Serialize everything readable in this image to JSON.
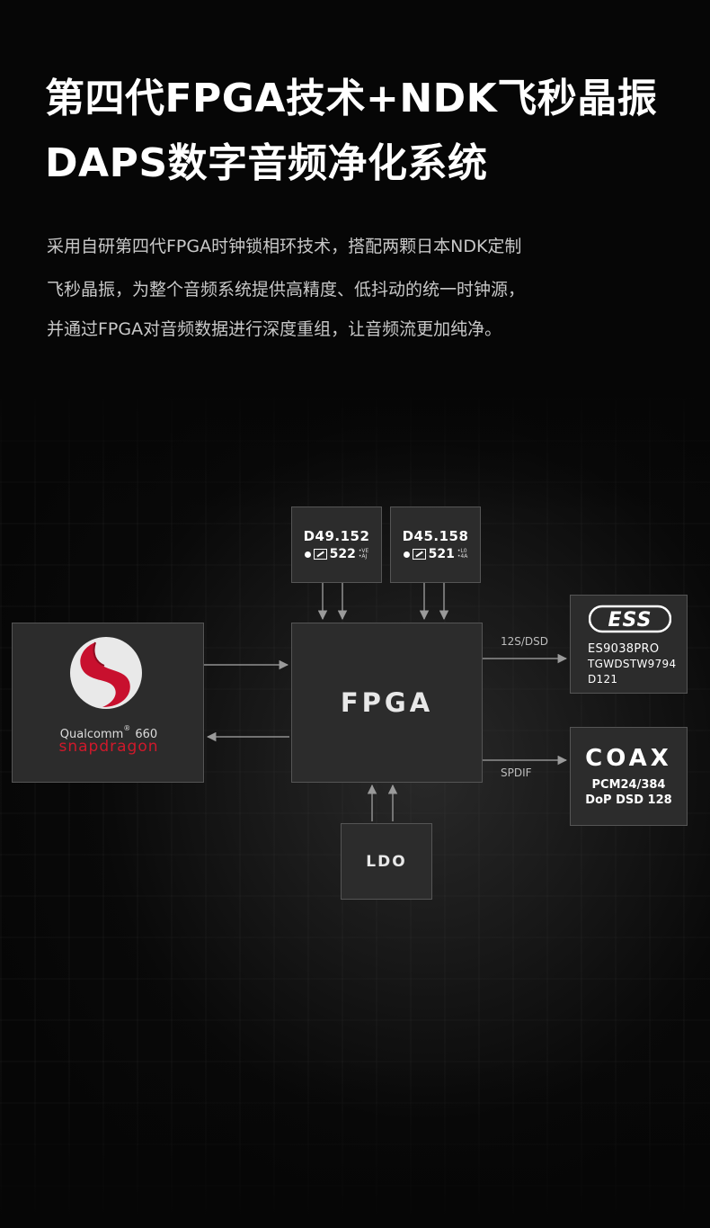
{
  "title": {
    "line1": "第四代FPGA技术+NDK飞秒晶振",
    "line2": "DAPS数字音频净化系统"
  },
  "description": {
    "line1": "采用自研第四代FPGA时钟锁相环技术，搭配两颗日本NDK定制",
    "line2": "飞秒晶振，为整个音频系统提供高精度、低抖动的统一时钟源，",
    "line3": "并通过FPGA对音频数据进行深度重组，让音频流更加纯净。"
  },
  "diagram": {
    "crystal_1": {
      "freq": "D49.152",
      "mark": "522",
      "sub1": "•VE",
      "sub2": "•AJ"
    },
    "crystal_2": {
      "freq": "D45.158",
      "mark": "521",
      "sub1": "•L0",
      "sub2": "•4A"
    },
    "soc": {
      "name": "Qualcomm",
      "model": "660",
      "brand": "snapdragon"
    },
    "fpga": {
      "label": "FPGA"
    },
    "ldo": {
      "label": "LDO"
    },
    "dac": {
      "logo": "ESS",
      "line1": "ES9038PRO",
      "line2": "TGWDSTW9794",
      "line3": "D121"
    },
    "coax": {
      "title": "COAX",
      "line1": "PCM24/384",
      "line2": "DoP DSD 128"
    },
    "links": {
      "i2s": "12S/DSD",
      "spdif": "SPDIF"
    },
    "colors": {
      "box": "#2c2c2c",
      "border": "#555555",
      "arrow": "#9a9a9a",
      "snapdragon_red": "#d0192b"
    }
  }
}
